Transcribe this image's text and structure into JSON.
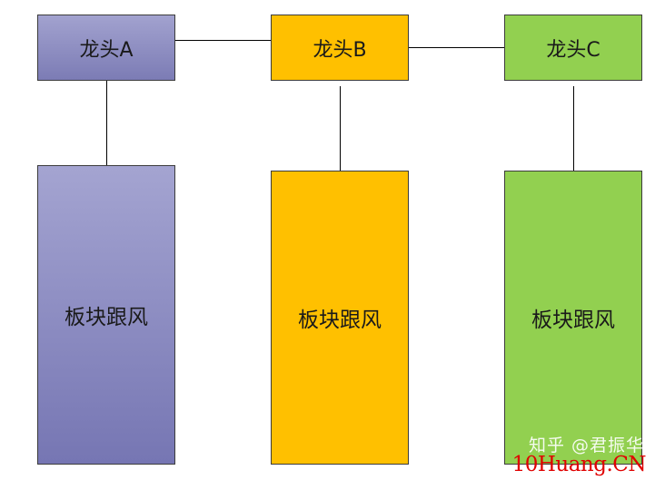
{
  "heads": {
    "a": "龙头A",
    "b": "龙头B",
    "c": "龙头C"
  },
  "sectors": {
    "a": "板块跟风",
    "b": "板块跟风",
    "c": "板块跟风"
  },
  "colors": {
    "purple": "#8e8ec2",
    "orange": "#ffc000",
    "green": "#92d050",
    "line": "#000000",
    "watermark_red": "#e00000"
  },
  "watermarks": {
    "zhihu": "知乎 @君振华",
    "site": "10Huang.CN"
  }
}
